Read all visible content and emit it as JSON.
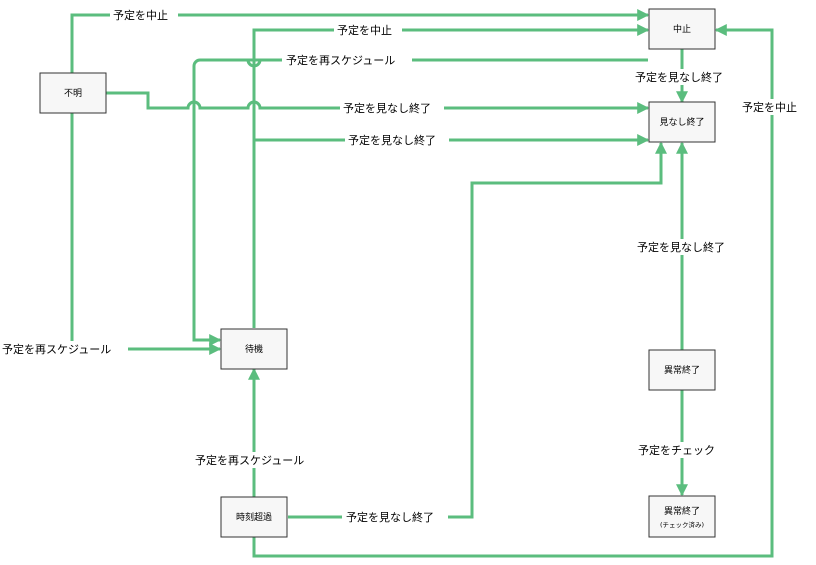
{
  "nodes": {
    "unknown": "不明",
    "cancel": "中止",
    "deemed_done": "見なし終了",
    "waiting": "待機",
    "timeout": "時刻超過",
    "abnormal": "異常終了",
    "abnormal_checked": "異常終了",
    "abnormal_checked_sub": "(チェック済み)"
  },
  "edges": {
    "unknown_to_cancel": "予定を中止",
    "waiting_to_cancel": "予定を中止",
    "reschedule_top": "予定を再スケジュール",
    "unknown_to_deemed": "予定を見なし終了",
    "waiting_to_deemed": "予定を見なし終了",
    "cancel_to_deemed": "予定を見なし終了",
    "timeout_to_cancel": "予定を中止",
    "abnormal_to_deemed": "予定を見なし終了",
    "unknown_reschedule": "予定を再スケジュール",
    "abnormal_to_checked": "予定をチェック",
    "timeout_reschedule": "予定を再スケジュール",
    "timeout_to_deemed": "予定を見なし終了"
  },
  "colors": {
    "edge": "#5bbd7e",
    "node_fill": "#f7f7f7",
    "node_stroke": "#333333"
  }
}
